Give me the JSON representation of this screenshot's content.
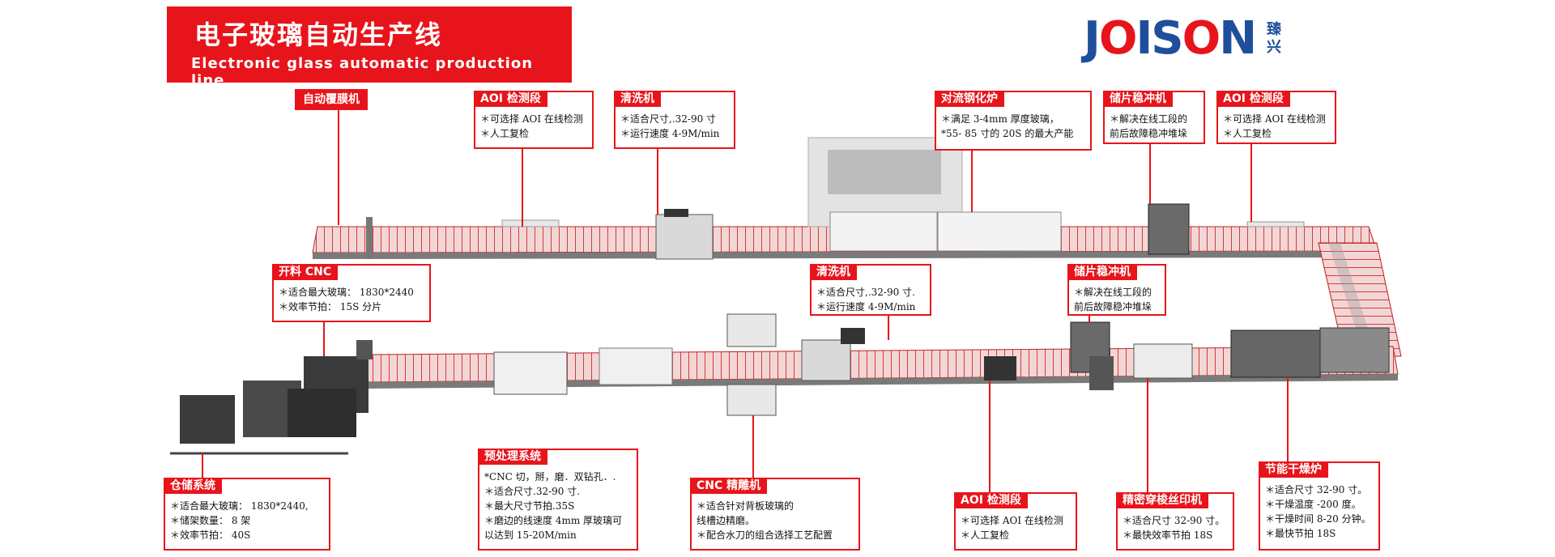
{
  "title": {
    "cn": "电子玻璃自动生产线",
    "en": "Electronic glass automatic production line"
  },
  "logo": {
    "word_a": "J",
    "word_o1": "O",
    "word_b": "IS",
    "word_o2": "O",
    "word_c": "N",
    "cn": "臻兴"
  },
  "callouts": [
    {
      "id": "film",
      "title": "自动覆膜机",
      "lines": []
    },
    {
      "id": "aoi1",
      "title": "AOI 检测段",
      "lines": [
        "＊可选择 AOI 在线检测",
        "＊人工复检"
      ]
    },
    {
      "id": "wash1",
      "title": "清洗机",
      "lines": [
        "＊适合尺寸,.32-90 寸",
        "＊运行速度 4-9M/min"
      ]
    },
    {
      "id": "temper",
      "title": "对流钢化炉",
      "lines": [
        "＊满足 3-4mm 厚度玻璃，",
        "*55- 85 寸的 20S 的最大产能"
      ]
    },
    {
      "id": "buffer1",
      "title": "储片稳冲机",
      "lines": [
        "＊解决在线工段的",
        "前后故障稳冲堆垛"
      ]
    },
    {
      "id": "aoi2",
      "title": "AOI 检测段",
      "lines": [
        "＊可选择 AOI 在线检测",
        "＊人工复检"
      ]
    },
    {
      "id": "cnc_cut",
      "title": "开料 CNC",
      "lines": [
        "＊适合最大玻璃： 1830*2440",
        "＊效率节拍： 15S 分片"
      ]
    },
    {
      "id": "wash2",
      "title": "清洗机",
      "lines": [
        "＊适合尺寸,.32-90 寸.",
        "＊运行速度 4-9M/min"
      ]
    },
    {
      "id": "buffer2",
      "title": "储片稳冲机",
      "lines": [
        "＊解决在线工段的",
        "前后故障稳冲堆垛"
      ]
    },
    {
      "id": "storage",
      "title": "仓储系统",
      "lines": [
        "＊适合最大玻璃： 1830*2440,",
        "＊储架数量： 8 架",
        "＊效率节拍： 40S"
      ]
    },
    {
      "id": "pre",
      "title": "预处理系统",
      "lines": [
        "*CNC 切，掰，磨．双钻孔．.",
        "＊适合尺寸.32-90 寸.",
        "＊最大尺寸节拍.35S",
        "＊磨边的线速度 4mm 厚玻璃可",
        "以达到 15-20M/min"
      ]
    },
    {
      "id": "cnc_eng",
      "title": "CNC 精雕机",
      "lines": [
        "＊适合针对背板玻璃的",
        "线槽边精磨。",
        "＊配合水刀的组合选择工艺配置"
      ]
    },
    {
      "id": "aoi3",
      "title": "AOI 检测段",
      "lines": [
        "＊可选择 AOI 在线检测",
        "＊人工复检"
      ]
    },
    {
      "id": "print",
      "title": "精密穿梭丝印机",
      "lines": [
        "＊适合尺寸 32-90 寸。",
        "＊最快效率节拍 18S"
      ]
    },
    {
      "id": "dry",
      "title": "节能干燥炉",
      "lines": [
        "＊适合尺寸 32-90 寸。",
        "＊干燥温度 -200 度。",
        "＊干燥时间 8-20 分钟。",
        "＊最快节拍 18S"
      ]
    }
  ]
}
